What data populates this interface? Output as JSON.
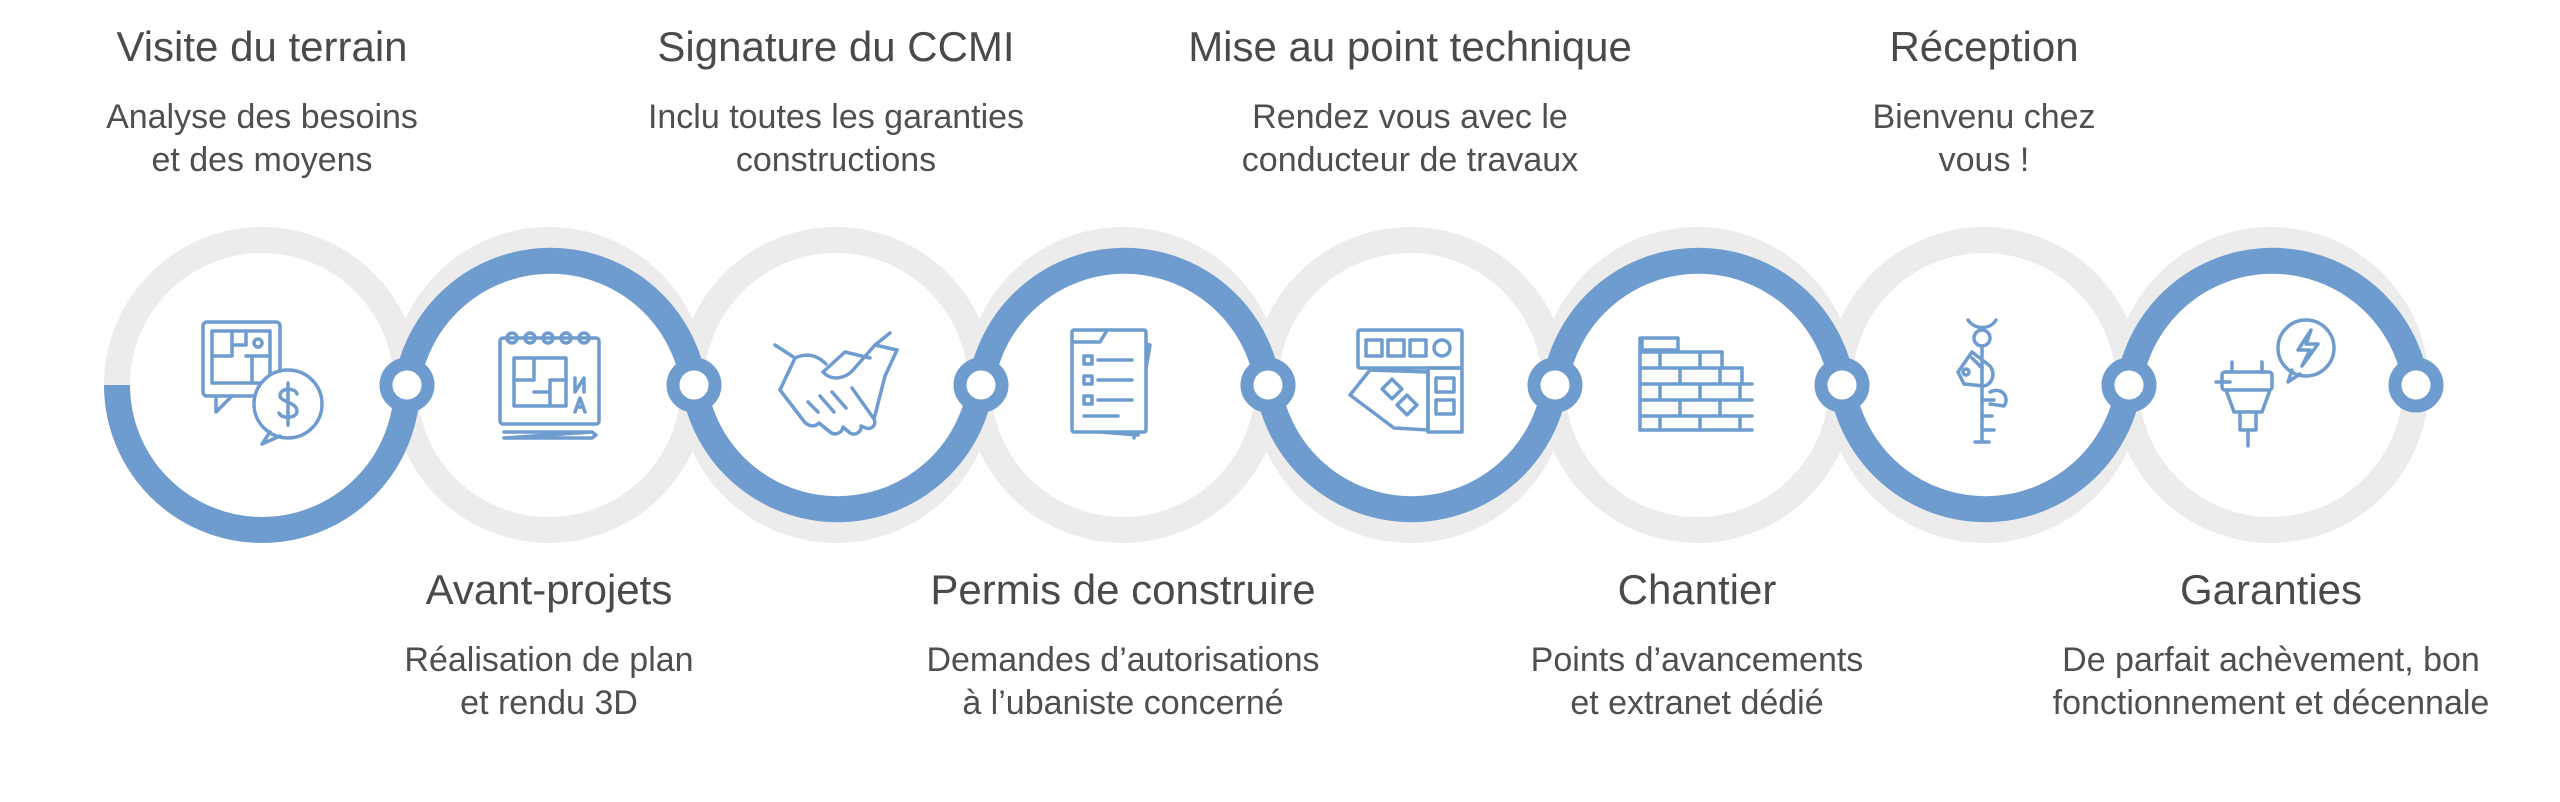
{
  "steps": [
    {
      "title": "Visite du terrain",
      "line1": "Analyse des besoins",
      "line2": "et des moyens",
      "icon": "plan-dollar-icon"
    },
    {
      "title": "Avant-projets",
      "line1": "Réalisation de plan",
      "line2": "et rendu 3D",
      "icon": "blueprint-notebook-icon"
    },
    {
      "title": "Signature du CCMI",
      "line1": "Inclu toutes les garanties",
      "line2": "constructions",
      "icon": "handshake-icon"
    },
    {
      "title": "Permis de construire",
      "line1": "Demandes d’autorisations",
      "line2": "à l’ubaniste concerné",
      "icon": "documents-checklist-icon"
    },
    {
      "title": "Mise au point technique",
      "line1": "Rendez vous avec le",
      "line2": "conducteur de travaux",
      "icon": "color-swatch-icon"
    },
    {
      "title": "Chantier",
      "line1": "Points d’avancements",
      "line2": "et extranet dédié",
      "icon": "brick-wall-icon"
    },
    {
      "title": "Réception",
      "line1": "Bienvenu chez",
      "line2": "vous !",
      "icon": "key-ribbon-icon"
    },
    {
      "title": "Garanties",
      "line1": "De parfait achèvement, bon",
      "line2": "fonctionnement et décennale",
      "icon": "plug-energy-icon"
    }
  ],
  "colors": {
    "accent": "#6f9ccf",
    "ring": "#ececec",
    "text": "#4a4a4a"
  }
}
